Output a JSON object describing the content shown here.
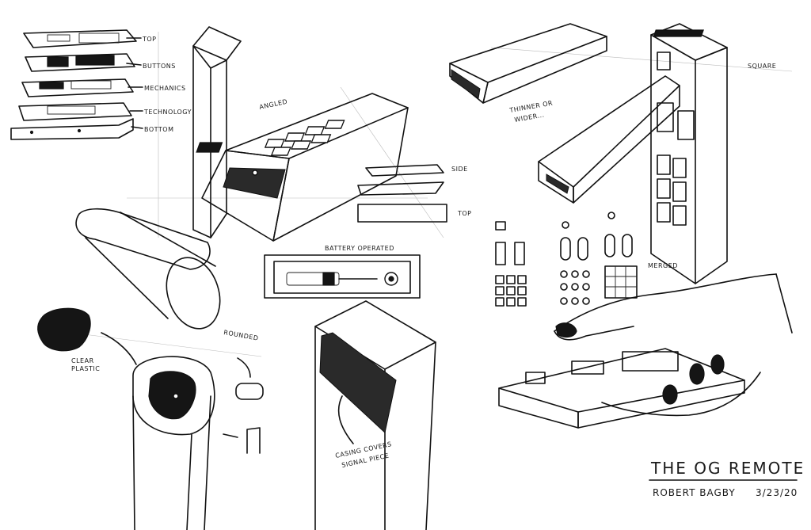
{
  "labels": {
    "top": "TOP",
    "buttons": "BUTTONS",
    "mechanics": "MECHANICS",
    "technology": "TECHNOLOGY",
    "bottom": "BOTTOM",
    "angled": "ANGLED",
    "side": "SIDE",
    "top_view": "TOP",
    "battery": "BATTERY OPERATED",
    "thinner_1": "THINNER OR",
    "thinner_2": "WIDER...",
    "square": "SQUARE",
    "merged": "MERGED",
    "rounded": "ROUNDED",
    "clear_1": "CLEAR",
    "clear_2": "PLASTIC",
    "casing_1": "CASING COVERS",
    "casing_2": "SIGNAL PIECE"
  },
  "title": {
    "main": "THE OG REMOTE",
    "author": "ROBERT BAGBY",
    "date": "3/23/20"
  }
}
